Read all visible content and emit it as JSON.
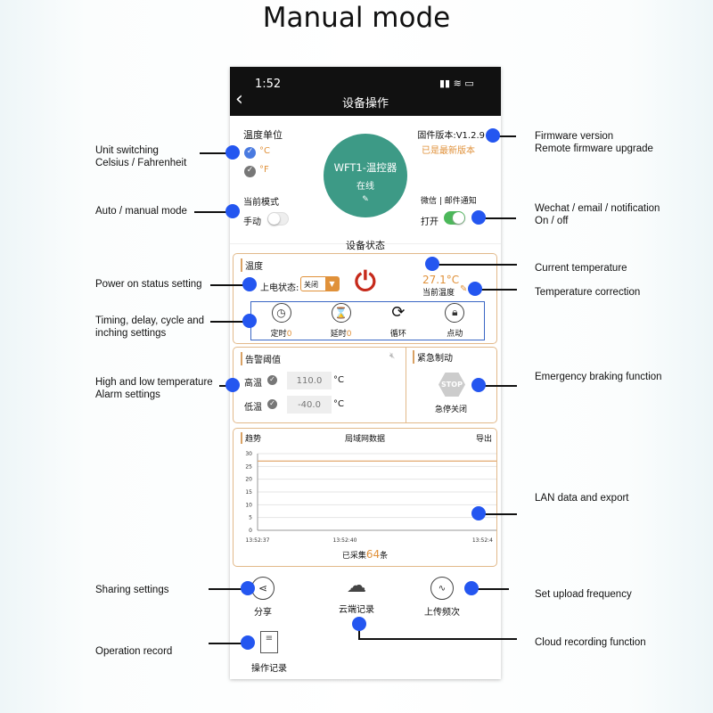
{
  "title": "Manual mode",
  "status": {
    "time": "1:52"
  },
  "nav": {
    "title": "设备操作",
    "back_icon": "chevron-left-icon"
  },
  "device": {
    "name": "WFT1-温控器",
    "status": "在线",
    "color": "#3d9a86"
  },
  "unit": {
    "label": "温度单位",
    "celsius": "°C",
    "fahrenheit": "°F",
    "selected": "°C"
  },
  "mode": {
    "label": "当前模式",
    "value": "手动",
    "on": false
  },
  "firmware": {
    "label": "固件版本:V1.2.9",
    "status": "已是最新版本"
  },
  "notify": {
    "label": "微信 | 邮件通知",
    "value": "打开",
    "on": true
  },
  "section_title": "设备状态",
  "temp": {
    "title": "温度",
    "power_label": "上电状态:",
    "power_value": "关闭",
    "current": "27.1°C",
    "current_label": "当前温度"
  },
  "functions": [
    {
      "label": "定时",
      "count": "0"
    },
    {
      "label": "延时",
      "count": "0"
    },
    {
      "label": "循环"
    },
    {
      "label": "点动"
    }
  ],
  "alarm": {
    "title": "告警阈值",
    "high_label": "高温",
    "high": "110.0",
    "low_label": "低温",
    "low": "-40.0",
    "unit": "°C"
  },
  "emergency": {
    "title": "紧急制动",
    "stop": "STOP",
    "value": "急停关闭"
  },
  "trend": {
    "title": "趋势",
    "center": "局域网数据",
    "export": "导出",
    "collected_prefix": "已采集",
    "collected": "64",
    "collected_suffix": "条"
  },
  "chart_data": {
    "type": "line",
    "y_ticks": [
      "30",
      "25",
      "20",
      "15",
      "10",
      "5",
      "0"
    ],
    "ylim": [
      0,
      30
    ],
    "x_ticks": [
      "13:52:37",
      "13:52:40",
      "13:52:4"
    ],
    "series": [
      {
        "values": [
          27.1,
          27.1
        ]
      }
    ],
    "grid": true
  },
  "bottom": {
    "share": "分享",
    "cloud": "云端记录",
    "upload": "上传频次",
    "record": "操作记录"
  },
  "annotations": {
    "unit": [
      "Unit switching",
      "Celsius / Fahrenheit"
    ],
    "mode": "Auto / manual mode",
    "power": "Power on status setting",
    "timing": [
      "Timing, delay, cycle and",
      "inching settings"
    ],
    "alarm": [
      "High and low temperature",
      "Alarm settings"
    ],
    "share": "Sharing settings",
    "record": "Operation record",
    "firmware": [
      "Firmware version",
      "Remote firmware upgrade"
    ],
    "notify": [
      "Wechat / email / notification",
      "On / off"
    ],
    "current": "Current temperature",
    "correction": "Temperature correction",
    "emergency": "Emergency braking function",
    "lan": "LAN data and export",
    "upload": "Set upload frequency",
    "cloud": "Cloud recording function"
  },
  "accent": "#2456f0"
}
